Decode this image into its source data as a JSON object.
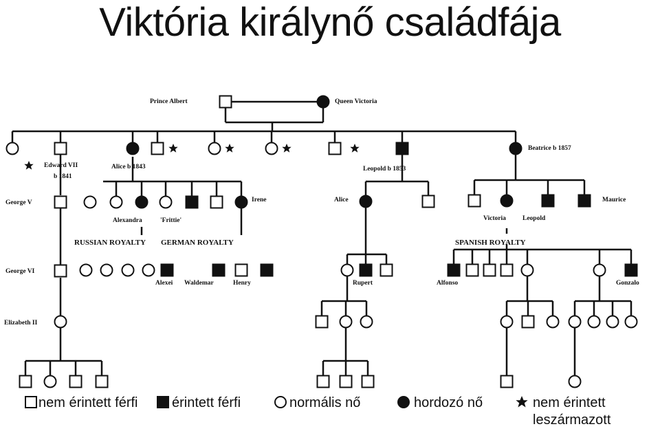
{
  "title": "Viktória királynő családfája",
  "people": {
    "albert": "Prince Albert",
    "victoria": "Queen Victoria",
    "edward": "Edward VII",
    "edward_b": "b 1841",
    "alice_b": "Alice  b 1843",
    "leopold_b": "Leopold b 1853",
    "beatrice_b": "Beatrice b 1857",
    "george5": "George V",
    "george6": "George VI",
    "elizabeth2": "Elizabeth II",
    "alexandra": "Alexandra",
    "frittie": "'Frittie'",
    "irene": "Irene",
    "alice2": "Alice",
    "victoria2": "Victoria",
    "leopold2": "Leopold",
    "maurice": "Maurice",
    "alexei": "Alexei",
    "waldemar": "Waldemar",
    "henry": "Henry",
    "rupert": "Rupert",
    "alfonso": "Alfonso",
    "gonzalo": "Gonzalo"
  },
  "groups": {
    "russian": "RUSSIAN ROYALTY",
    "german": "GERMAN ROYALTY",
    "spanish": "SPANISH ROYALTY"
  },
  "legend": {
    "unaffected_male": "nem érintett férfi",
    "affected_male": "érintett férfi",
    "normal_female": "normális nő",
    "carrier_female": "hordozó nő",
    "unaffected_desc_1": "nem érintett",
    "unaffected_desc_2": "leszármazott"
  }
}
